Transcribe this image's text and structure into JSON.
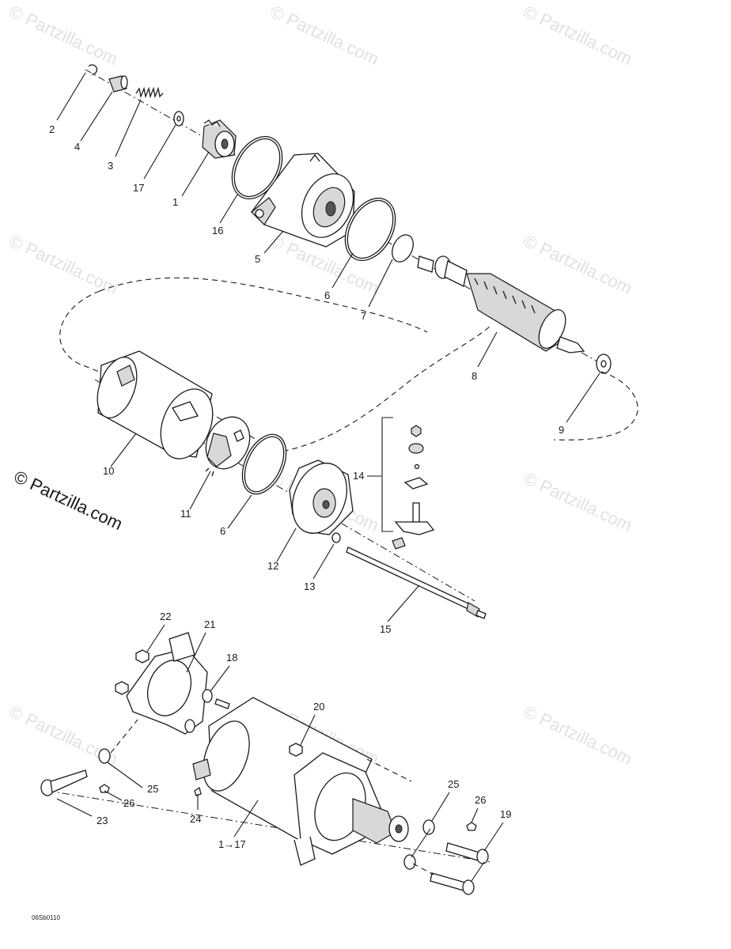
{
  "brand_watermark": "© Partzilla.com",
  "bg_watermark": "© Partzilla.com",
  "drawing_ref": "06Sb0110",
  "callouts": {
    "c1": "1",
    "c2": "2",
    "c3": "3",
    "c4": "4",
    "c5": "5",
    "c6a": "6",
    "c6b": "6",
    "c7": "7",
    "c8": "8",
    "c9": "9",
    "c10": "10",
    "c11": "11",
    "c12": "12",
    "c13": "13",
    "c14": "14",
    "c15": "15",
    "c16": "16",
    "c17": "17",
    "c18": "18",
    "c19": "19",
    "c20": "20",
    "c21": "21",
    "c22": "22",
    "c23": "23",
    "c24": "24",
    "c25a": "25",
    "c25b": "25",
    "c26a": "26",
    "c26b": "26",
    "c1to17": "1→17"
  },
  "colors": {
    "line": "#1a1a1a",
    "watermark": "#c9c9c9",
    "background": "#ffffff"
  }
}
